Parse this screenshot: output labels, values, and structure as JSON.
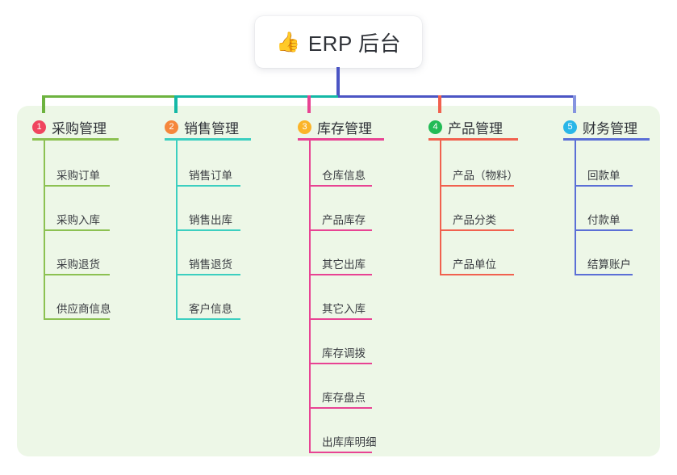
{
  "diagram": {
    "type": "mind-map",
    "root": {
      "icon": "thumbs-up-emoji",
      "emoji": "👍",
      "label": "ERP 后台"
    },
    "panel_color": "#edf7e7",
    "connector_segments": [
      {
        "name": "trunk-vertical",
        "color": "#4b55c4"
      },
      {
        "name": "bus-green",
        "color": "#6db33f"
      },
      {
        "name": "bus-teal",
        "color": "#14b8a6"
      },
      {
        "name": "bus-blue",
        "color": "#4b55c4"
      }
    ],
    "branches": [
      {
        "index": "1",
        "title": "采购管理",
        "badge_color": "#f0455f",
        "line_color": "#8cc152",
        "drop_color": "#6db33f",
        "items": [
          {
            "label": "采购订单"
          },
          {
            "label": "采购入库"
          },
          {
            "label": "采购退货"
          },
          {
            "label": "供应商信息"
          }
        ]
      },
      {
        "index": "2",
        "title": "销售管理",
        "badge_color": "#f5873c",
        "line_color": "#3ccfc0",
        "drop_color": "#14b8a6",
        "items": [
          {
            "label": "销售订单"
          },
          {
            "label": "销售出库"
          },
          {
            "label": "销售退货"
          },
          {
            "label": "客户信息"
          }
        ]
      },
      {
        "index": "3",
        "title": "库存管理",
        "badge_color": "#fbb429",
        "line_color": "#e84393",
        "drop_color": "#e84393",
        "items": [
          {
            "label": "仓库信息"
          },
          {
            "label": "产品库存"
          },
          {
            "label": "其它出库"
          },
          {
            "label": "其它入库"
          },
          {
            "label": "库存调拨"
          },
          {
            "label": "库存盘点"
          },
          {
            "label": "出库库明细"
          }
        ]
      },
      {
        "index": "4",
        "title": "产品管理",
        "badge_color": "#22bb55",
        "line_color": "#f1614f",
        "drop_color": "#f1614f",
        "items": [
          {
            "label": "产品（物料）"
          },
          {
            "label": "产品分类"
          },
          {
            "label": "产品单位"
          }
        ]
      },
      {
        "index": "5",
        "title": "财务管理",
        "badge_color": "#29b6e8",
        "line_color": "#5b6fd6",
        "drop_color": "#8694e0",
        "items": [
          {
            "label": "回款单"
          },
          {
            "label": "付款单"
          },
          {
            "label": "结算账户"
          }
        ]
      }
    ]
  }
}
